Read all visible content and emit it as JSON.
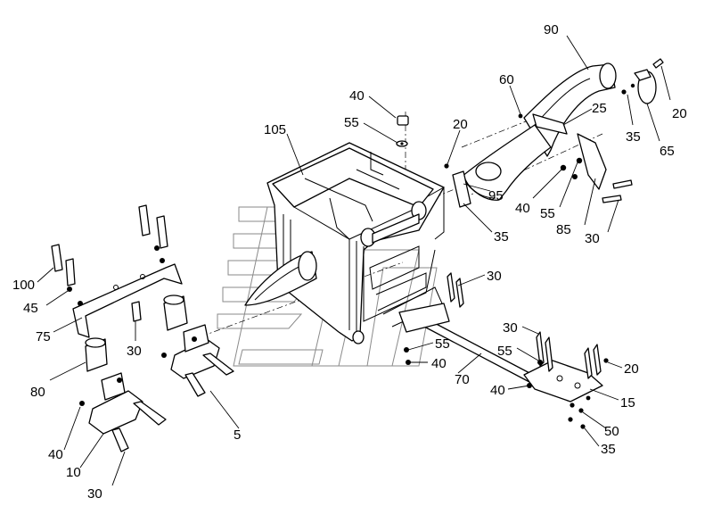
{
  "diagram": {
    "labels": [
      {
        "id": "lbl-90",
        "text": "90"
      },
      {
        "id": "lbl-20-top-right",
        "text": "20"
      },
      {
        "id": "lbl-60",
        "text": "60"
      },
      {
        "id": "lbl-25",
        "text": "25"
      },
      {
        "id": "lbl-35-clamp",
        "text": "35"
      },
      {
        "id": "lbl-65",
        "text": "65"
      },
      {
        "id": "lbl-40-top",
        "text": "40"
      },
      {
        "id": "lbl-55-top",
        "text": "55"
      },
      {
        "id": "lbl-20-center",
        "text": "20"
      },
      {
        "id": "lbl-105",
        "text": "105"
      },
      {
        "id": "lbl-95",
        "text": "95"
      },
      {
        "id": "lbl-35-center",
        "text": "35"
      },
      {
        "id": "lbl-40-right",
        "text": "40"
      },
      {
        "id": "lbl-55-right",
        "text": "55"
      },
      {
        "id": "lbl-85",
        "text": "85"
      },
      {
        "id": "lbl-30-right",
        "text": "30"
      },
      {
        "id": "lbl-30-mid",
        "text": "30"
      },
      {
        "id": "lbl-30-lower",
        "text": "30"
      },
      {
        "id": "lbl-55-lower",
        "text": "55"
      },
      {
        "id": "lbl-40-lower",
        "text": "40"
      },
      {
        "id": "lbl-55-bar",
        "text": "55"
      },
      {
        "id": "lbl-20-bar",
        "text": "20"
      },
      {
        "id": "lbl-70",
        "text": "70"
      },
      {
        "id": "lbl-40-bar",
        "text": "40"
      },
      {
        "id": "lbl-15",
        "text": "15"
      },
      {
        "id": "lbl-50",
        "text": "50"
      },
      {
        "id": "lbl-35-bar",
        "text": "35"
      },
      {
        "id": "lbl-100",
        "text": "100"
      },
      {
        "id": "lbl-45",
        "text": "45"
      },
      {
        "id": "lbl-75",
        "text": "75"
      },
      {
        "id": "lbl-30-left",
        "text": "30"
      },
      {
        "id": "lbl-80",
        "text": "80"
      },
      {
        "id": "lbl-5",
        "text": "5"
      },
      {
        "id": "lbl-40-left",
        "text": "40"
      },
      {
        "id": "lbl-10",
        "text": "10"
      },
      {
        "id": "lbl-30-bottom",
        "text": "30"
      }
    ]
  }
}
